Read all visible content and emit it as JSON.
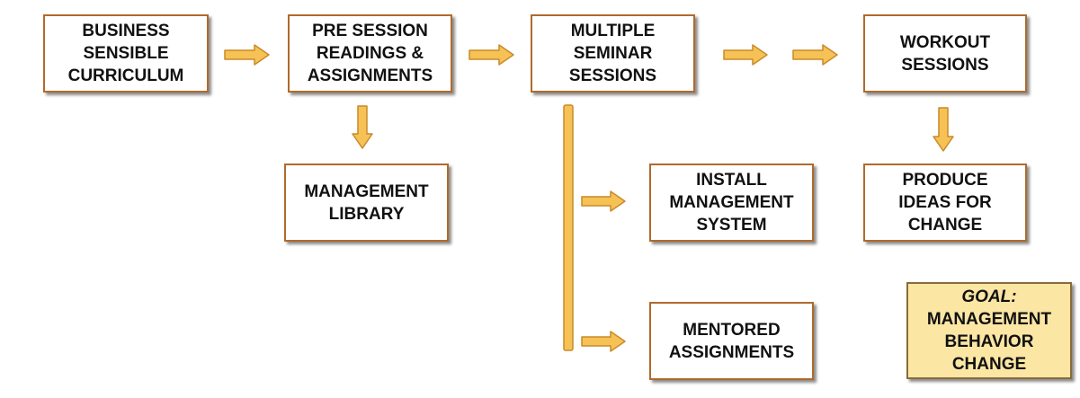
{
  "boxes": {
    "curriculum": [
      "BUSINESS",
      "SENSIBLE",
      "CURRICULUM"
    ],
    "readings": [
      "PRE SESSION",
      "READINGS &",
      "ASSIGNMENTS"
    ],
    "seminar": [
      "MULTIPLE",
      "SEMINAR",
      "SESSIONS"
    ],
    "workout": [
      "WORKOUT",
      "SESSIONS"
    ],
    "library": [
      "MANAGEMENT",
      "LIBRARY"
    ],
    "install": [
      "INSTALL",
      "MANAGEMENT",
      "SYSTEM"
    ],
    "ideas": [
      "PRODUCE",
      "IDEAS FOR",
      "CHANGE"
    ],
    "mentored": [
      "MENTORED",
      "ASSIGNMENTS"
    ],
    "goal": [
      "GOAL:",
      "MANAGEMENT",
      "BEHAVIOR",
      "CHANGE"
    ]
  },
  "colors": {
    "arrow_fill": "#f7c255",
    "arrow_stroke": "#c98a2a",
    "box_border": "#b06a2c",
    "goal_fill": "#fbe6a4"
  }
}
